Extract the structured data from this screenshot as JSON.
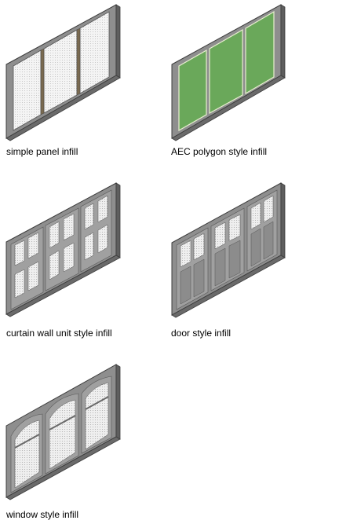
{
  "captions": {
    "simple_panel": "simple panel infill",
    "aec_polygon": "AEC polygon style infill",
    "curtain_wall_unit": "curtain wall unit style infill",
    "door_style": "door style infill",
    "window_style": "window style infill"
  },
  "colors": {
    "frame": "#8c8c8c",
    "frame_dark": "#5a5a5a",
    "frame_edge": "#3c3c3c",
    "glass": "#f2f2f2",
    "polygon_green": "#6aa85a",
    "mullion": "#7a6a50"
  }
}
